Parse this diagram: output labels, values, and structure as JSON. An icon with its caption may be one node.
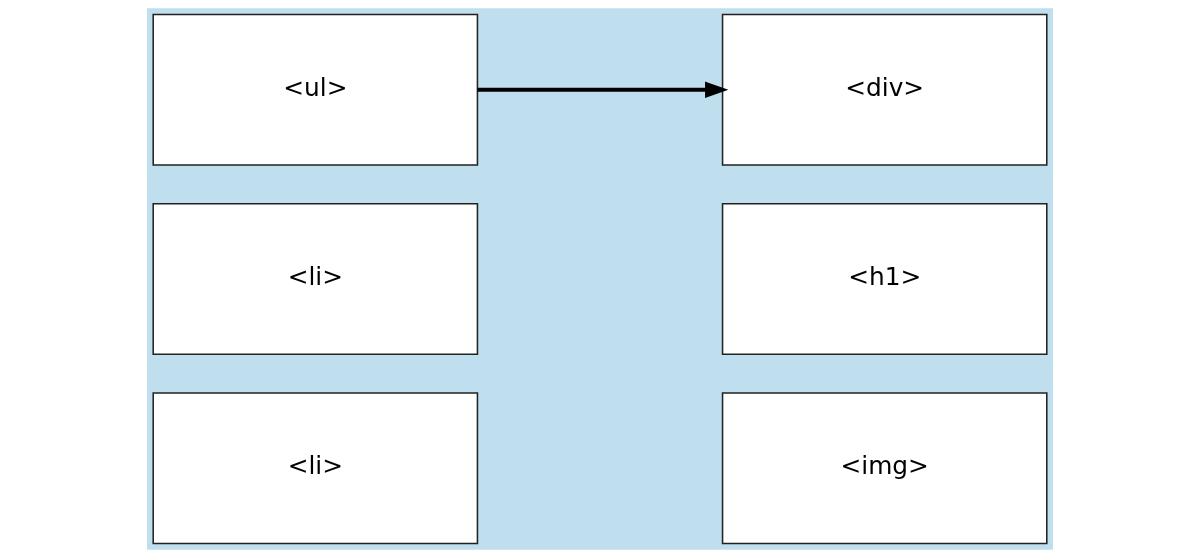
{
  "diagram": {
    "nodes": [
      {
        "text": [
          "<ul>"
        ]
      },
      {
        "text": [
          "<li>"
        ]
      },
      {
        "text": [
          "<li>"
        ]
      },
      {
        "text": [
          "<div>"
        ]
      },
      {
        "text": [
          "<h1>"
        ]
      },
      {
        "text": [
          "<img>"
        ]
      }
    ],
    "edges": [
      {
        "from": 0,
        "to": 3,
        "arrow": "to"
      }
    ]
  }
}
